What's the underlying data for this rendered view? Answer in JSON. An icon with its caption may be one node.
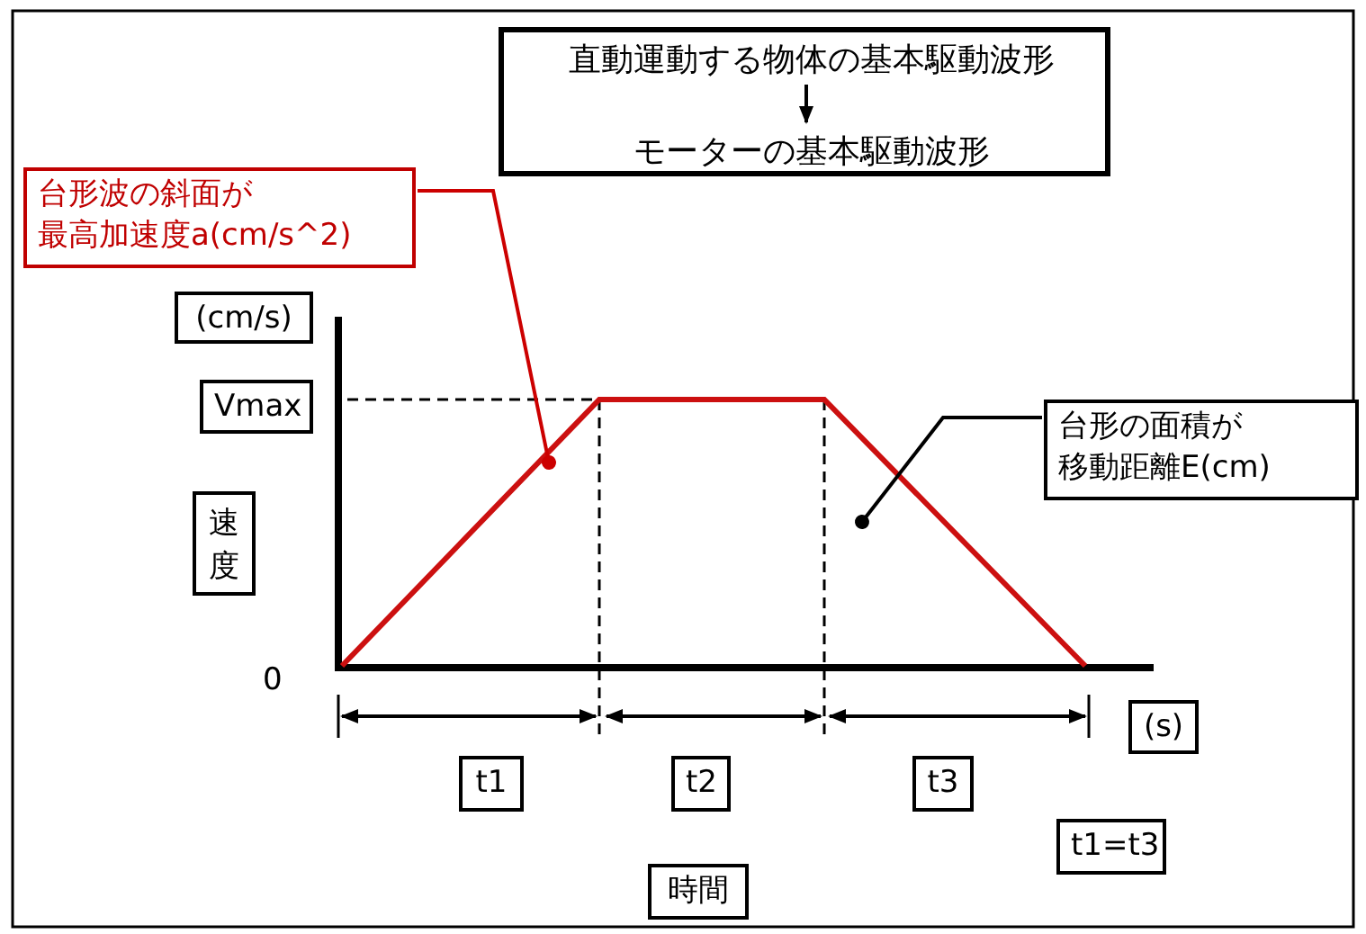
{
  "diagram": {
    "nodes": [
      {
        "text": [],
        "shape": "box"
      },
      {
        "text": [
          "直動運動する物体の基本駆動波形"
        ],
        "in": 0
      },
      {
        "text": [
          "モーターの基本駆動波形"
        ],
        "in": 0
      },
      {
        "text": [
          "台形波の斜面が",
          "最高加速度a(cm/s^2)"
        ]
      },
      {
        "text": [
          "(cm/s)"
        ]
      },
      {
        "text": [
          "Vmax"
        ]
      },
      {
        "text": [
          "速度"
        ]
      },
      {
        "text": [
          "台形の面積が",
          "移動距離E(cm)"
        ]
      },
      {
        "text": [
          "(s)"
        ]
      },
      {
        "text": [
          "t1"
        ]
      },
      {
        "text": [
          "t2"
        ]
      },
      {
        "text": [
          "t3"
        ]
      },
      {
        "text": [
          "t1=t3"
        ]
      },
      {
        "text": [
          "時間"
        ]
      }
    ],
    "edges": [
      {
        "from": 1,
        "to": 2,
        "arrow": "to"
      },
      {
        "from": 3,
        "to": null,
        "arrow": "other",
        "color": "#cc0000"
      },
      {
        "from": 7,
        "to": null,
        "arrow": "other"
      }
    ],
    "labels": [
      "0"
    ]
  }
}
